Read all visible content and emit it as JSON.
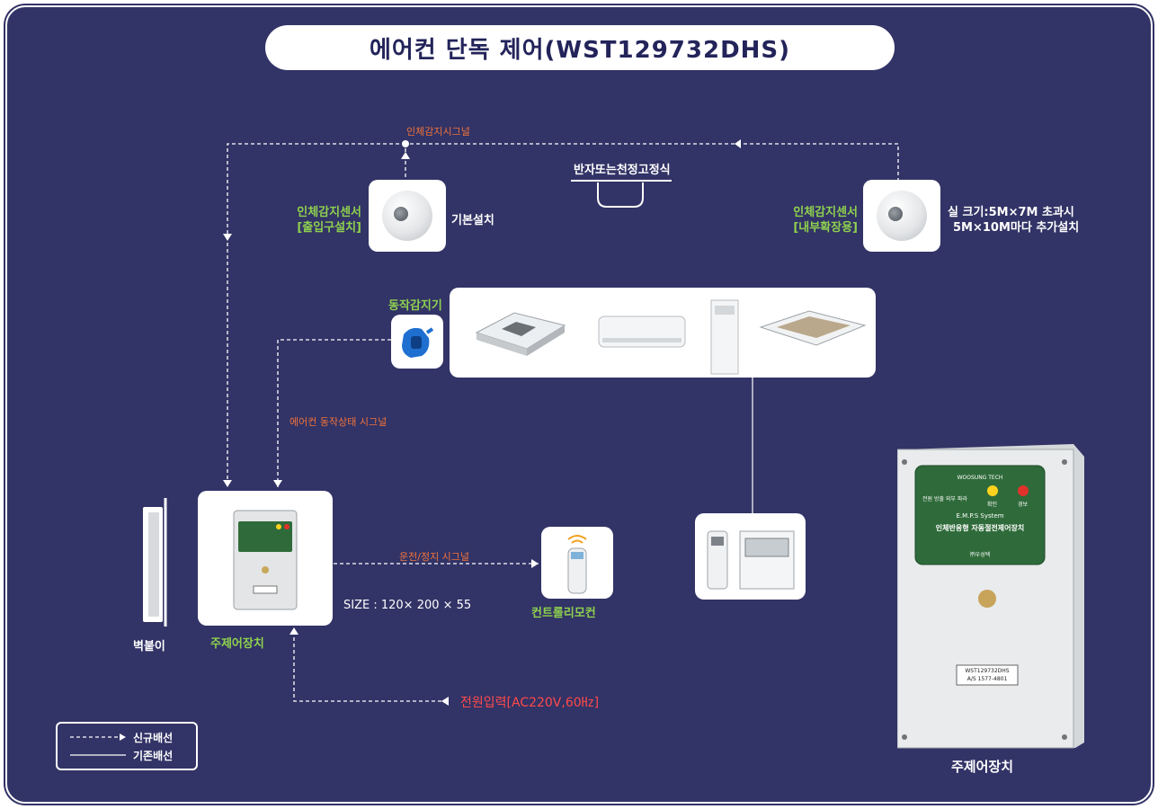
{
  "title": "에어컨 단독 제어(WST129732DHS)",
  "labels": {
    "signal_human": "인체감지시그널",
    "ceiling_mount": "반자또는천정고정식",
    "sensor_entrance_1": "인체감지센서",
    "sensor_entrance_2": "[출입구설치]",
    "basic_install": "기본설치",
    "sensor_ext_1": "인체감지센서",
    "sensor_ext_2": "[내부확장용]",
    "room_size_1": "실 크기:5M×7M 초과시",
    "room_size_2": "5M×10M마다 추가설치",
    "motion_sensor": "동작감지기",
    "ac_status_signal": "에어컨 동작상태 시그널",
    "run_stop_signal": "운전/정지 시그널",
    "size": "SIZE : 120× 200 × 55",
    "remote": "컨트롤리모컨",
    "wall_mount": "벽붙이",
    "main_controller": "주제어장치",
    "power_input": "전원입력[AC220V,60㎐]",
    "main_controller_large": "주제어장치"
  },
  "device_panel": {
    "brand": "WOOSUNG TECH",
    "indicators": "전원 방출 외부 파라",
    "led_yellow": "확인",
    "led_red": "경보",
    "series": "E.M.P.S System",
    "name": "인체반응형 자동절전제어장치",
    "company": "㈜우성텍",
    "sticker_1": "WST129732DHS",
    "sticker_2": "A/S 1577-4801"
  },
  "legend": {
    "new_wiring": "신규배선",
    "existing_wiring": "기존배선"
  },
  "colors": {
    "background": "#323366",
    "accent_green": "#8fd14f",
    "signal_orange": "#f2733a",
    "power_red": "#ff4a4a",
    "device_green": "#2f6b3a"
  }
}
